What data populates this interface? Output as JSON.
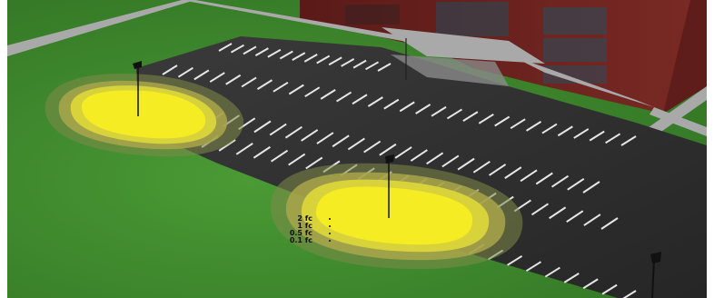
{
  "legend": {
    "items": [
      {
        "label": "2 fc"
      },
      {
        "label": "1 fc"
      },
      {
        "label": "0.5 fc"
      },
      {
        "label": "0.1 fc"
      }
    ]
  },
  "colors": {
    "grass": "#3f8a2e",
    "asphalt": "#2f2f2f",
    "building": "#6b1f1c",
    "light_core": "#f6ec24",
    "light_mid": "#d8d33a",
    "light_outer": "#a9a64a",
    "light_fringe": "#7f8a48",
    "stripe": "#e8e8e8",
    "sidewalk": "#b0b0b0"
  }
}
